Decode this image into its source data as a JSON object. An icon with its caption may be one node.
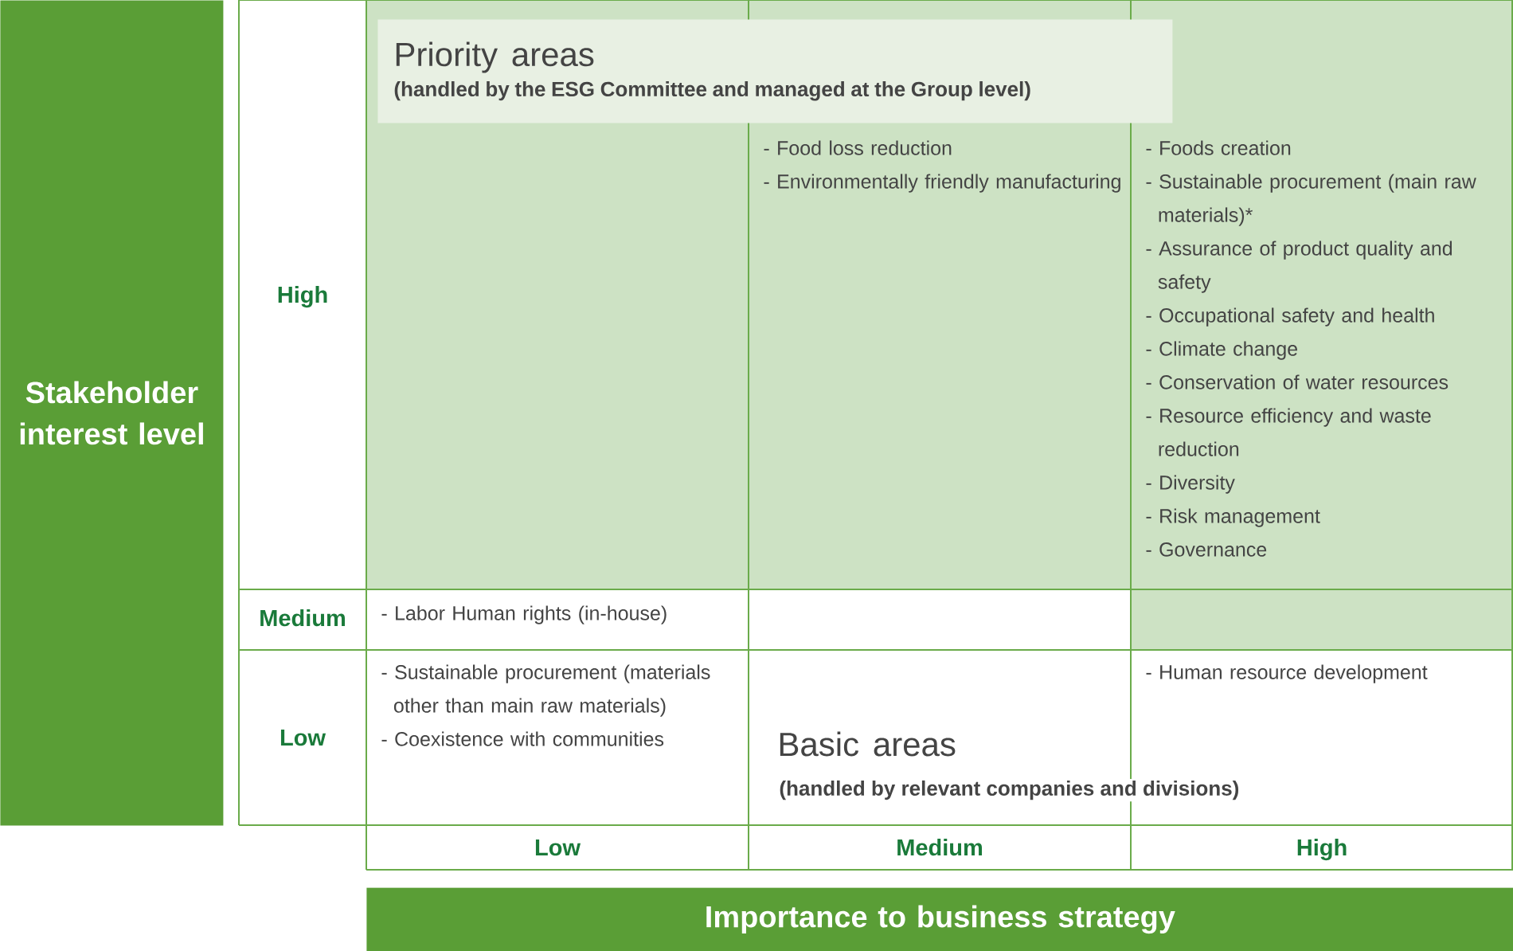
{
  "diagram": {
    "nodes": [
      {
        "text": [
          "Stakeholder interest level"
        ]
      },
      {
        "text": [
          "Priority areas",
          "(handled by the ESG Committee and managed at the Group level)"
        ]
      },
      {
        "text": [
          "- Food loss reduction",
          "- Environmentally friendly manufacturing"
        ]
      },
      {
        "text": [
          "- Foods creation",
          "- Sustainable procurement (main raw materials)*",
          "- Assurance of product quality and safety",
          "- Occupational safety and health",
          "- Climate change",
          "- Conservation of water resources",
          "- Resource efficiency and waste reduction",
          "- Diversity",
          "- Risk management",
          "- Governance"
        ]
      },
      {
        "text": [
          "- Labor Human rights (in-house)"
        ]
      },
      {
        "text": [
          "- Sustainable procurement (materials other than main raw materials)",
          "- Coexistence with communities"
        ]
      },
      {
        "text": [
          "- Human resource development"
        ]
      },
      {
        "text": [
          "Importance to business strategy"
        ]
      }
    ],
    "labels": [
      "High",
      "Medium",
      "Low",
      "Basic areas",
      "(handled by relevant companies and divisions)",
      "Low",
      "Medium",
      "High"
    ]
  }
}
